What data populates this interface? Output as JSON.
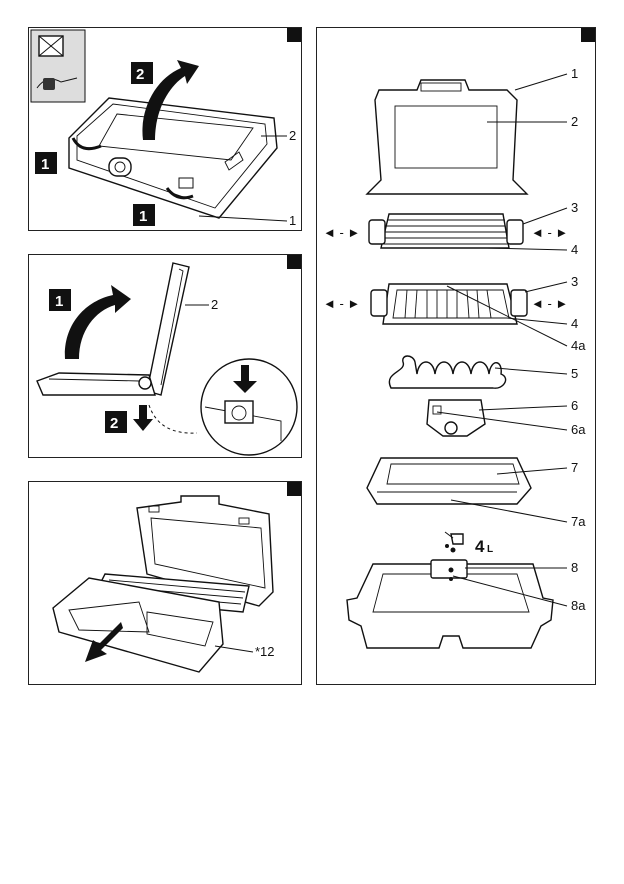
{
  "panels": {
    "p1": {
      "step_a": "1",
      "step_b": "2",
      "step_c": "1",
      "label_1": "1",
      "label_2": "2"
    },
    "p2": {
      "step_a": "1",
      "step_b": "2",
      "label_2": "2"
    },
    "p3": {
      "label_12": "*12"
    },
    "p4": {
      "labels": [
        "1",
        "2",
        "3",
        "4",
        "3",
        "4",
        "4a",
        "5",
        "6",
        "6a",
        "7",
        "7a",
        "8",
        "8a"
      ],
      "water_amount": "4",
      "water_unit": "L"
    }
  },
  "icons": [
    "unplug-icon",
    "arrow-icon",
    "droplets-icon",
    "watering-can-icon"
  ],
  "colors": {
    "ink": "#111111",
    "shade": "#cccccc",
    "step_bg": "#111111"
  }
}
